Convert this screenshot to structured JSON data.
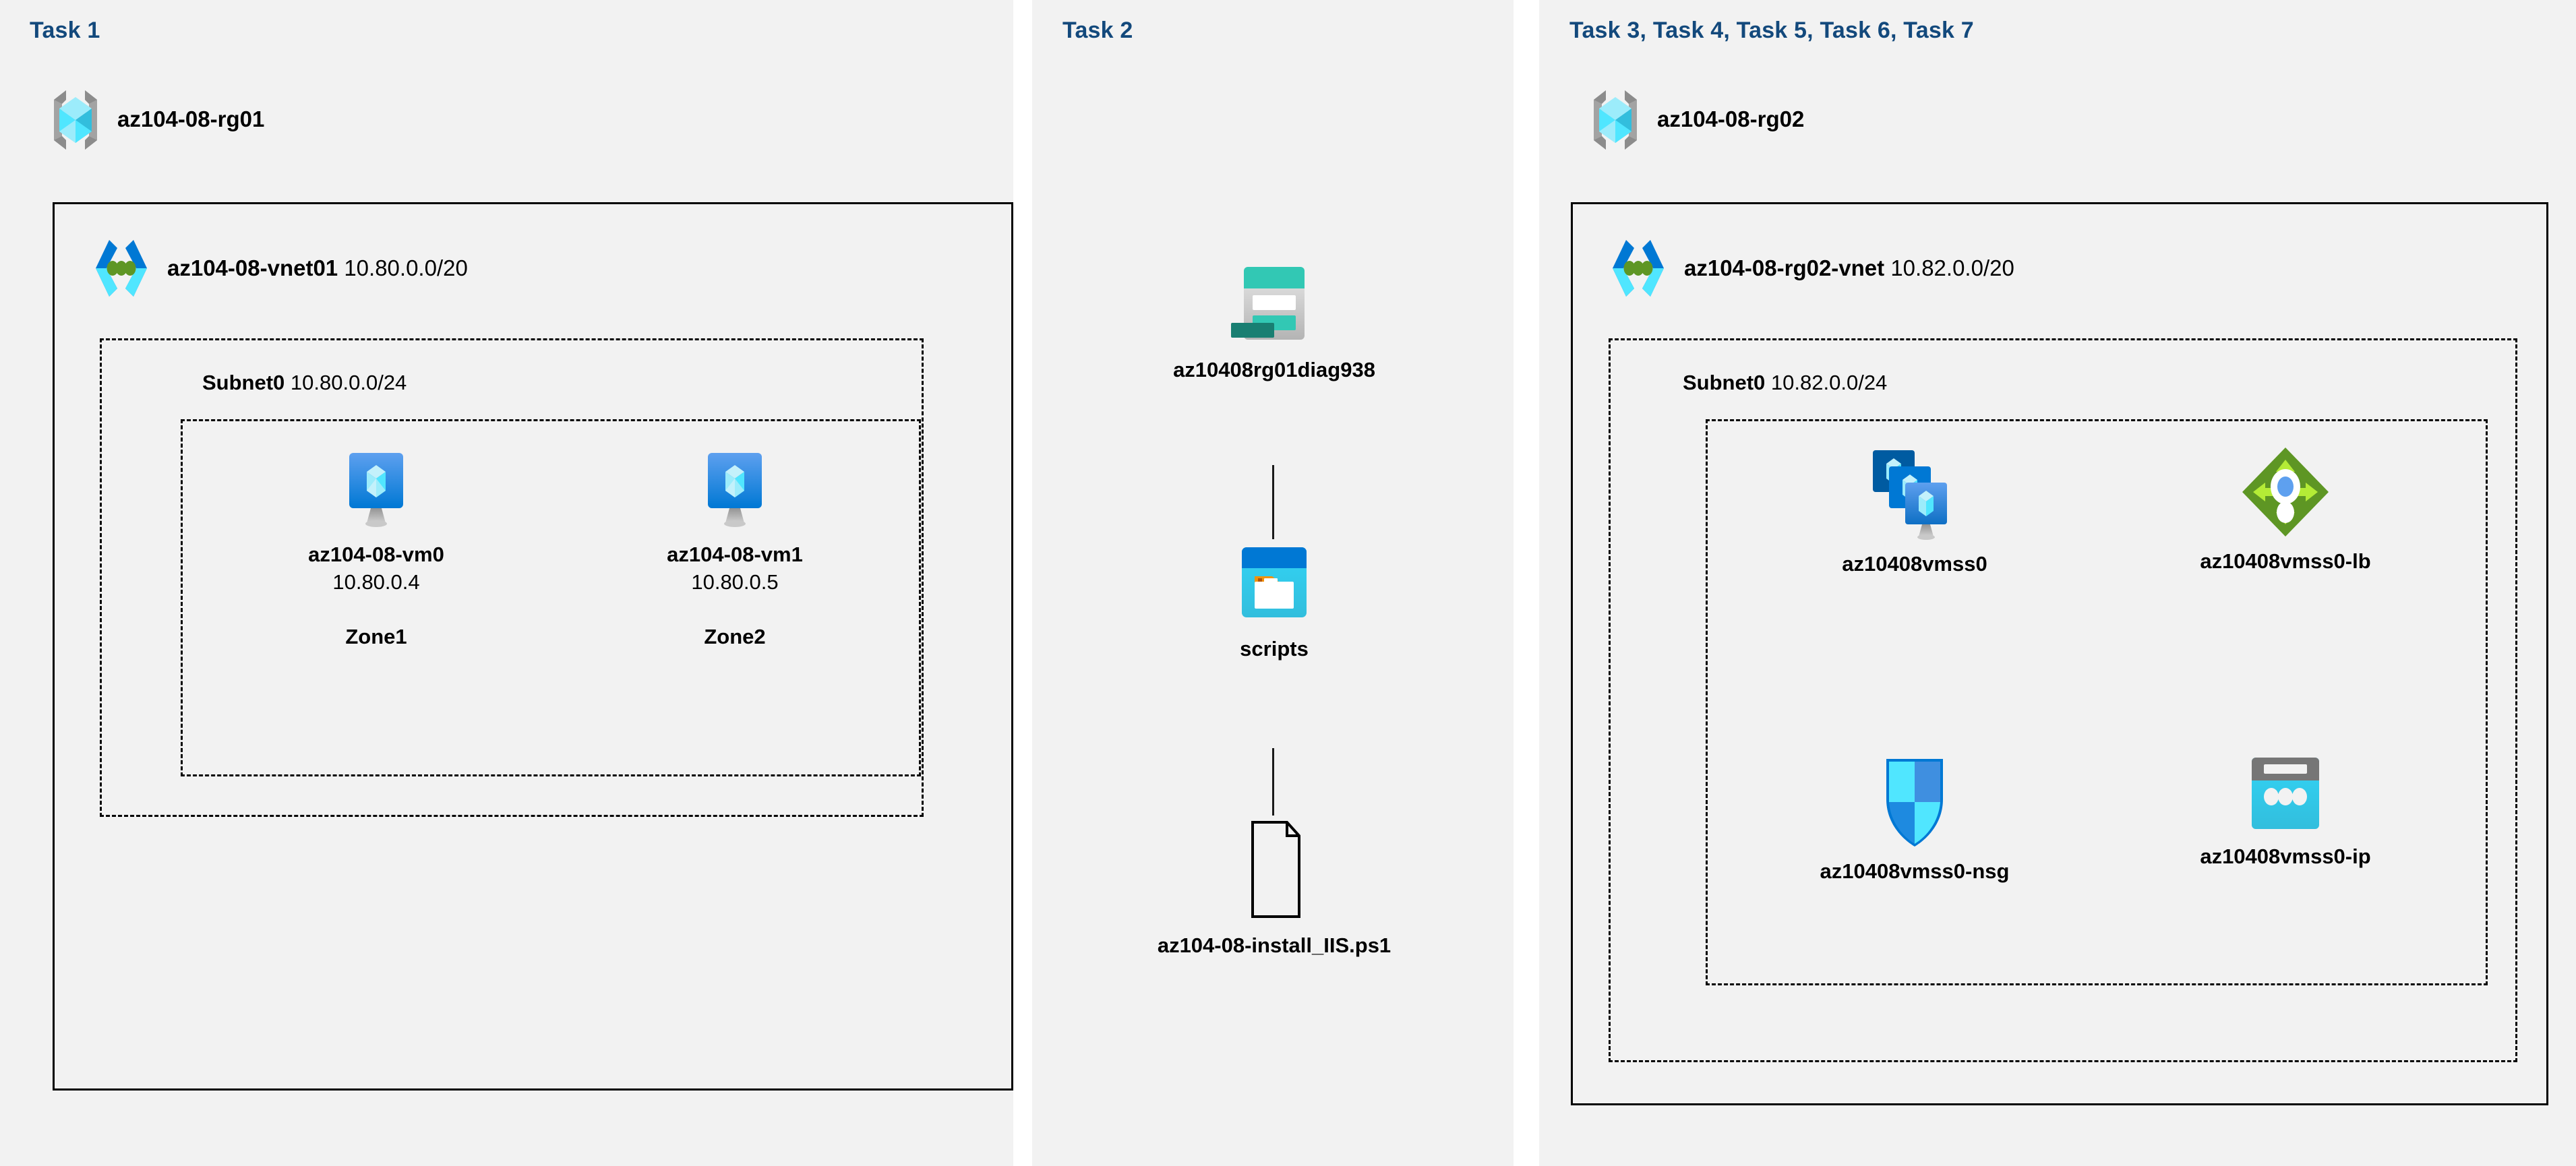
{
  "columns": [
    {
      "task_label": "Task 1"
    },
    {
      "task_label": "Task 2"
    },
    {
      "task_label": "Task 3, Task 4, Task 5, Task 6, Task 7"
    }
  ],
  "task1": {
    "resource_group": {
      "name": "az104-08-rg01",
      "icon": "resource-group-icon"
    },
    "vnet": {
      "name": "az104-08-vnet01",
      "cidr": "10.80.0.0/20",
      "icon": "virtual-network-icon"
    },
    "subnet": {
      "name": "Subnet0",
      "cidr": "10.80.0.0/24"
    },
    "vms": [
      {
        "icon": "virtual-machine-icon",
        "name": "az104-08-vm0",
        "ip": "10.80.0.4",
        "zone": "Zone1"
      },
      {
        "icon": "virtual-machine-icon",
        "name": "az104-08-vm1",
        "ip": "10.80.0.5",
        "zone": "Zone2"
      }
    ]
  },
  "task2": {
    "storage_account": {
      "icon": "storage-account-icon",
      "name": "az10408rg01diag938"
    },
    "container": {
      "icon": "blob-container-icon",
      "name": "scripts"
    },
    "file": {
      "icon": "script-file-icon",
      "name": "az104-08-install_IIS.ps1"
    }
  },
  "task3": {
    "resource_group": {
      "name": "az104-08-rg02",
      "icon": "resource-group-icon"
    },
    "vnet": {
      "name": "az104-08-rg02-vnet",
      "cidr": "10.82.0.0/20",
      "icon": "virtual-network-icon"
    },
    "subnet": {
      "name": "Subnet0",
      "cidr": "10.82.0.0/24"
    },
    "resources": [
      {
        "icon": "vm-scale-set-icon",
        "name": "az10408vmss0"
      },
      {
        "icon": "load-balancer-icon",
        "name": "az10408vmss0-lb"
      },
      {
        "icon": "network-security-group-icon",
        "name": "az10408vmss0-nsg"
      },
      {
        "icon": "public-ip-address-icon",
        "name": "az10408vmss0-ip"
      }
    ]
  },
  "colors": {
    "task_label": "#13497c",
    "panel_bg": "#f2f2f2",
    "page_bg": "#ffffff",
    "border": "#000000",
    "vm_blue": "#2f80e0",
    "cube_cyan": "#50e6ff",
    "storage_teal": "#32c8b4",
    "lb_green": "#5e9624",
    "nsg_blue": "#32bdf5",
    "ip_cyan": "#32c5e6",
    "container_blue": "#0078d4"
  }
}
